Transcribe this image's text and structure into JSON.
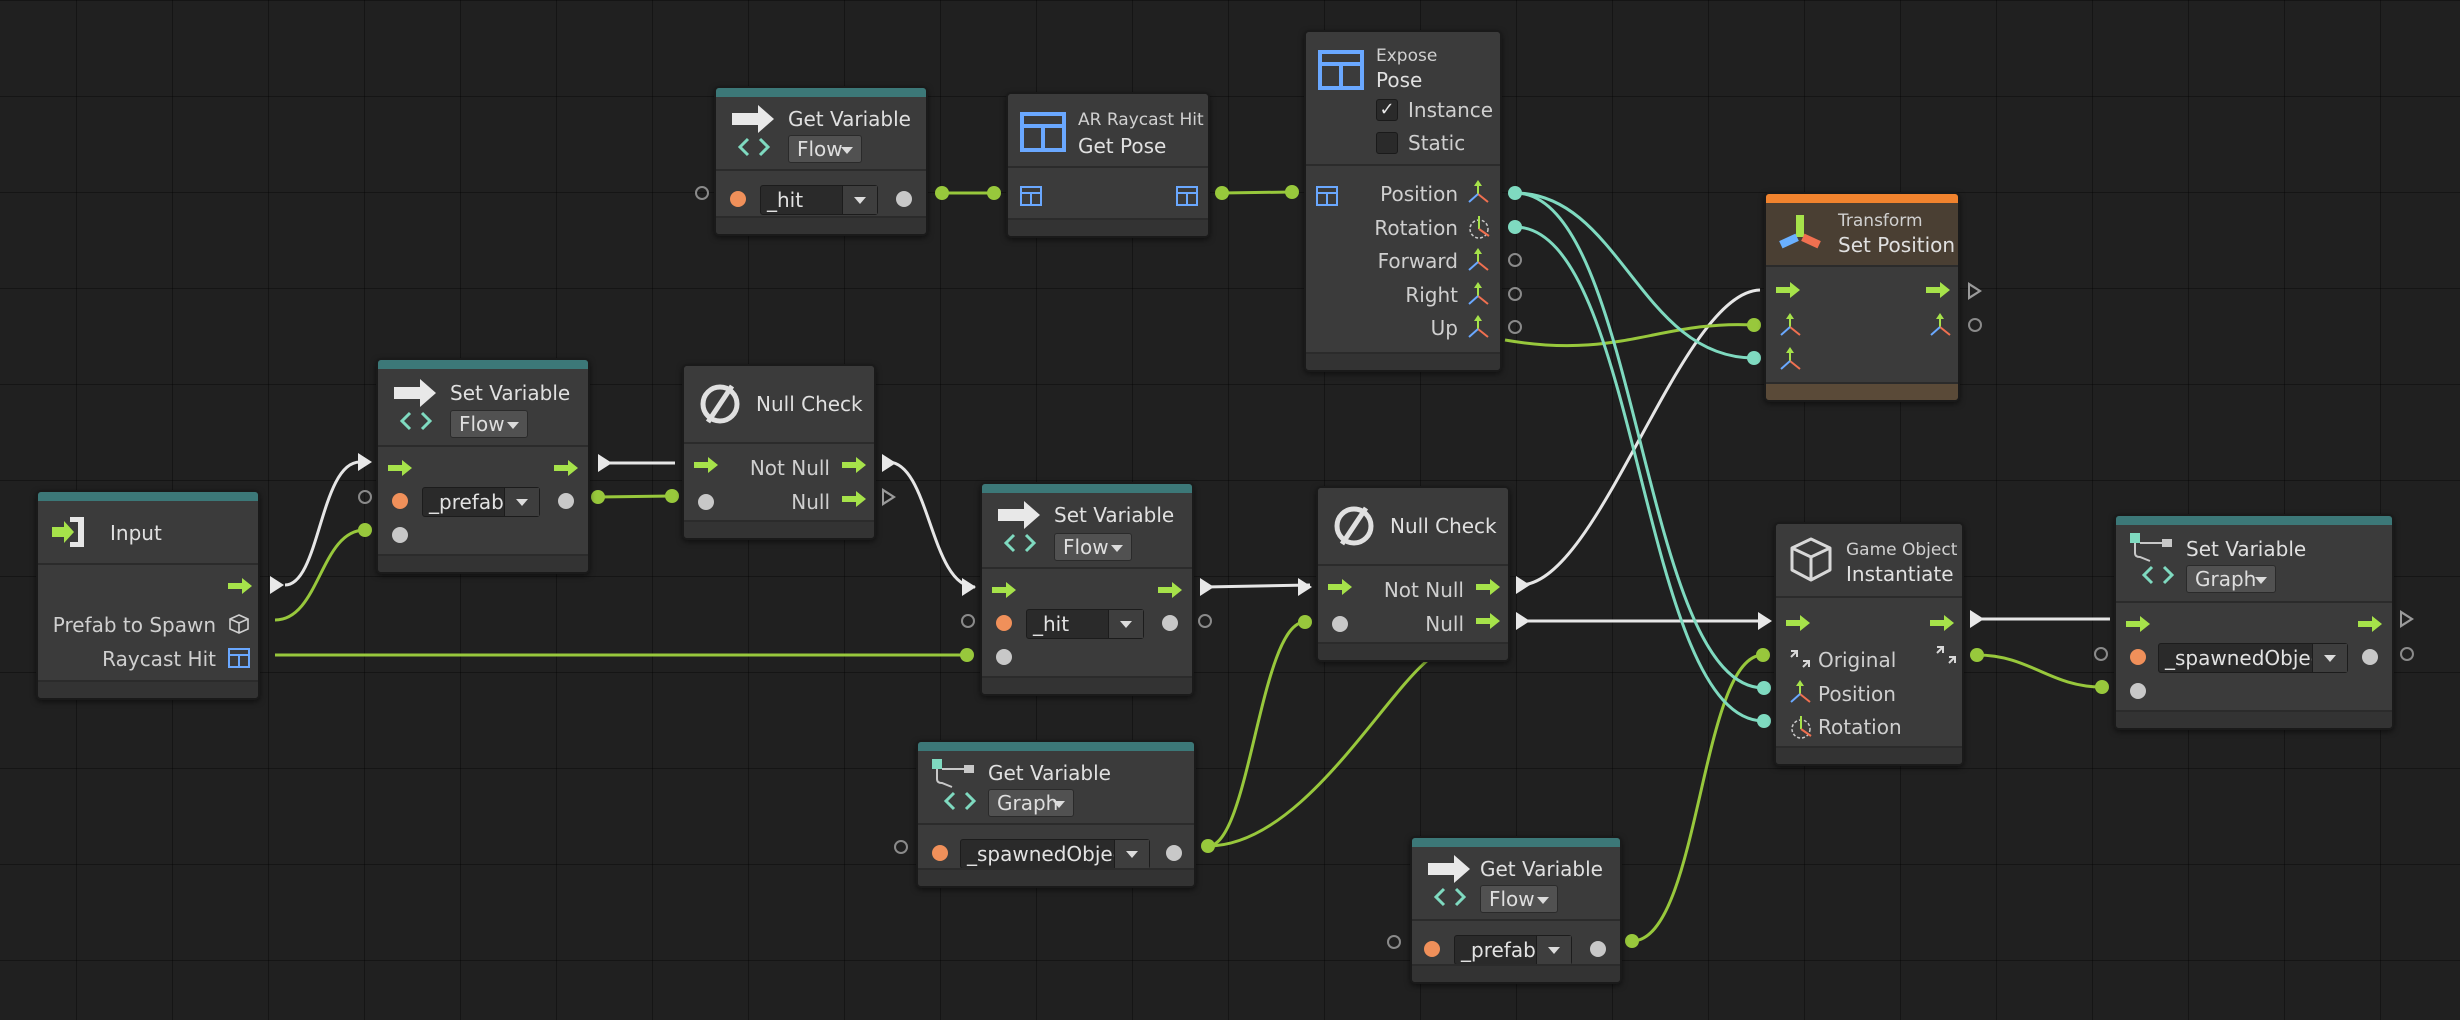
{
  "nodes": {
    "input": {
      "title": "Input",
      "port_prefab": "Prefab  to  Spawn",
      "port_hit": "Raycast Hit"
    },
    "setvar_prefab": {
      "title": "Set Variable",
      "scope": "Flow",
      "variable": "_prefab"
    },
    "nullcheck1": {
      "title": "Null Check",
      "not_null": "Not Null",
      "null": "Null"
    },
    "getvar_hit": {
      "title": "Get Variable",
      "scope": "Flow",
      "variable": "_hit"
    },
    "getpose": {
      "category": "AR Raycast Hit",
      "title": "Get Pose"
    },
    "expose": {
      "category": "Expose",
      "title": "Pose",
      "opt_instance": "Instance",
      "opt_static": "Static",
      "ports": [
        "Position",
        "Rotation",
        "Forward",
        "Right",
        "Up"
      ]
    },
    "setposition": {
      "category": "Transform",
      "title": "Set Position"
    },
    "setvar_hit": {
      "title": "Set Variable",
      "scope": "Flow",
      "variable": "_hit"
    },
    "nullcheck2": {
      "title": "Null Check",
      "not_null": "Not Null",
      "null": "Null"
    },
    "getvar_spawned": {
      "title": "Get Variable",
      "scope": "Graph",
      "variable": "_spawnedObject"
    },
    "instantiate": {
      "category": "Game Object",
      "title": "Instantiate",
      "ports": [
        "Original",
        "Position",
        "Rotation"
      ]
    },
    "setvar_spawned": {
      "title": "Set Variable",
      "scope": "Graph",
      "variable": "_spawnedObject"
    },
    "getvar_prefab": {
      "title": "Get Variable",
      "scope": "Flow",
      "variable": "_prefab"
    }
  },
  "colors": {
    "background": "#202020",
    "node": "#3b3b3b",
    "header_bar": "#3c7878",
    "transform_bar": "#f1832e",
    "flow_wire": "#e8e8e8",
    "value_wire": "#98c83c",
    "vector_wire": "#7fdac0"
  },
  "icons": {
    "input": "input-arrow-icon",
    "variable": "variable-arrow-icon",
    "graph_variable": "graph-variable-icon",
    "null_check": "null-symbol-icon",
    "struct": "struct-icon",
    "transform": "transform-gizmo-icon",
    "game_object": "cube-icon",
    "vector": "vector3-icon",
    "quaternion": "quaternion-icon"
  }
}
